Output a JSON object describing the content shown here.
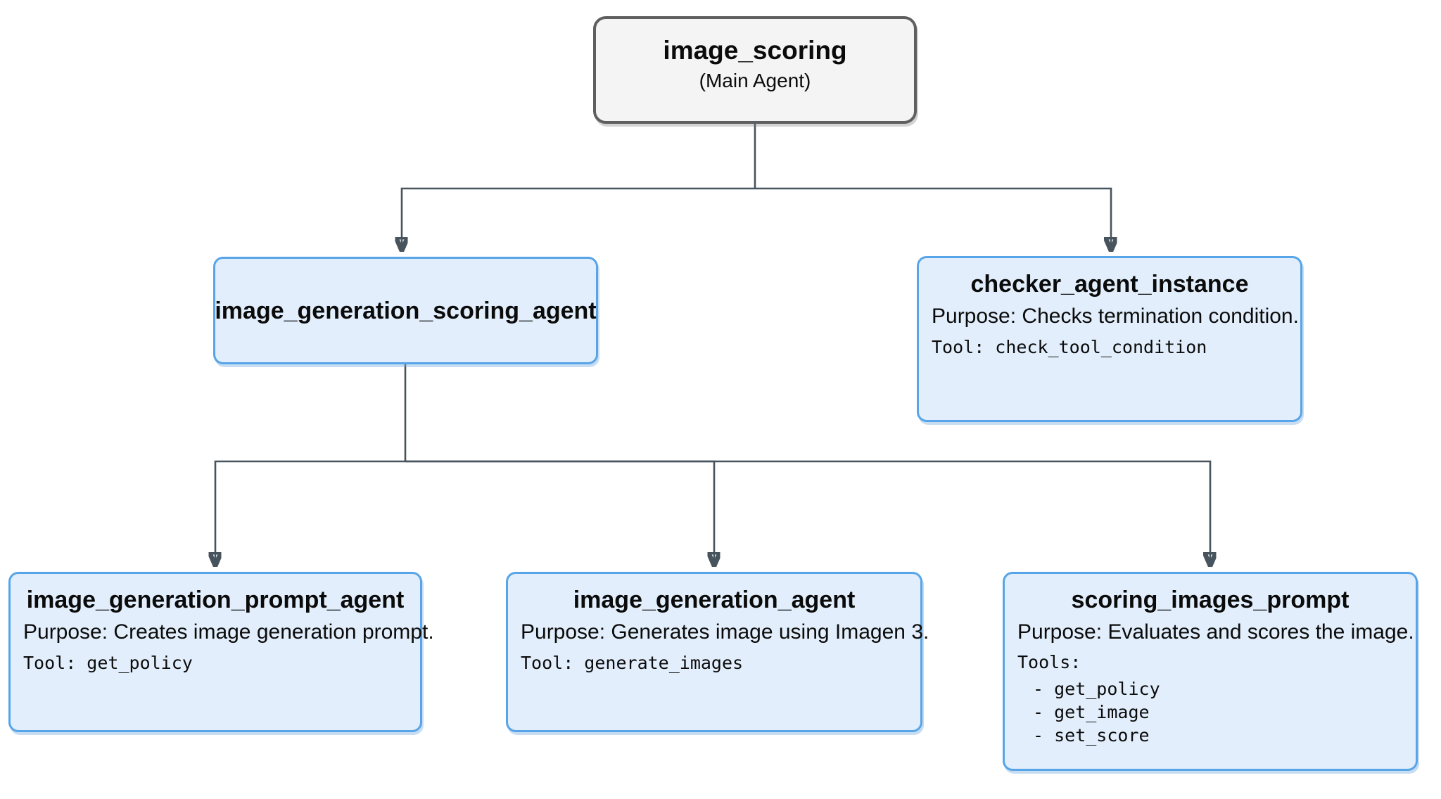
{
  "colors": {
    "background": "#ffffff",
    "edge": "#47535d",
    "node_fill": "#e2eefb",
    "node_border": "#57a5e8",
    "main_fill": "#f4f4f4",
    "main_border": "#5f5f5f",
    "text": "#0b0b0b"
  },
  "nodes": {
    "image_scoring": {
      "title": "image_scoring",
      "subtitle": "(Main Agent)"
    },
    "image_generation_scoring_agent": {
      "title": "image_generation_scoring_agent"
    },
    "checker_agent_instance": {
      "title": "checker_agent_instance",
      "purpose": "Purpose: Checks termination condition.",
      "tool": "Tool: check_tool_condition"
    },
    "image_generation_prompt_agent": {
      "title": "image_generation_prompt_agent",
      "purpose": "Purpose: Creates image generation prompt.",
      "tool": "Tool: get_policy"
    },
    "image_generation_agent": {
      "title": "image_generation_agent",
      "purpose": "Purpose: Generates image using Imagen 3.",
      "tool": "Tool: generate_images"
    },
    "scoring_images_prompt": {
      "title": "scoring_images_prompt",
      "purpose": "Purpose: Evaluates and scores the image.",
      "tools_label": "Tools:",
      "tools": [
        "- get_policy",
        "- get_image",
        "- set_score"
      ]
    }
  }
}
